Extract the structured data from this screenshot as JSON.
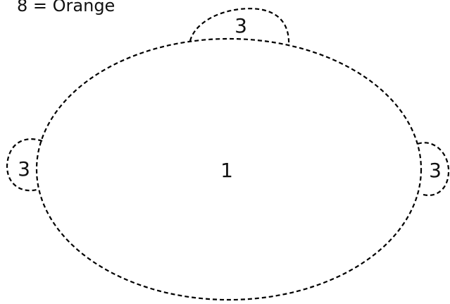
{
  "legend": {
    "entry": "8 = Orange"
  },
  "regions": {
    "main_label": "1",
    "top_lobe_label": "3",
    "left_lobe_label": "3",
    "right_lobe_label": "3"
  },
  "colors": {
    "outline": "#000000",
    "text": "#111111",
    "background": "#ffffff"
  }
}
